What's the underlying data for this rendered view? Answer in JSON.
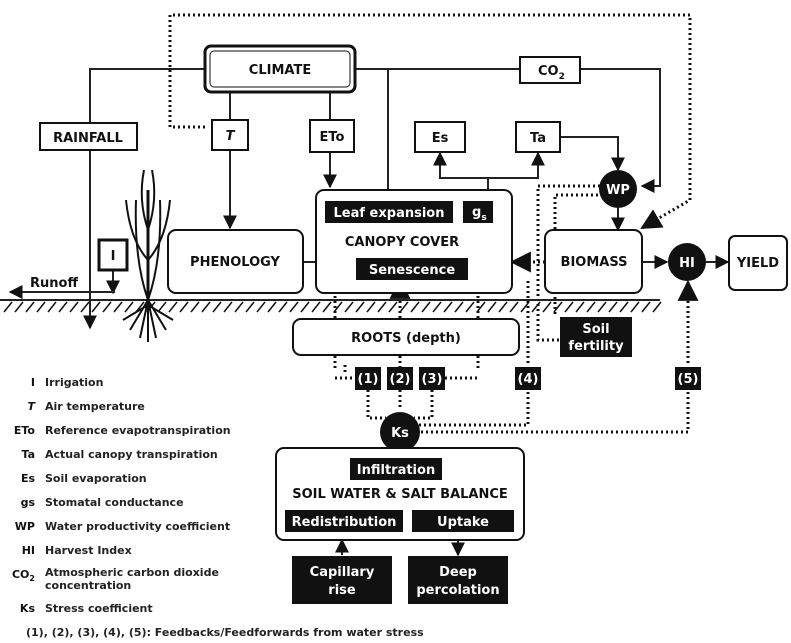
{
  "nodes": {
    "climate": "CLIMATE",
    "rainfall": "RAINFALL",
    "t": "T",
    "eto": "ETo",
    "co2_main": "CO",
    "co2_sub": "2",
    "es": "Es",
    "ta": "Ta",
    "wp": "WP",
    "irrigation": "I",
    "phenology": "PHENOLOGY",
    "leaf_expansion": "Leaf expansion",
    "gs_main": "g",
    "gs_sub": "s",
    "canopy_cover": "CANOPY COVER",
    "senescence": "Senescence",
    "biomass": "BIOMASS",
    "hi": "HI",
    "yield": "YIELD",
    "runoff": "Runoff",
    "roots": "ROOTS (depth)",
    "soil_fertility_1": "Soil",
    "soil_fertility_2": "fertility",
    "fb1": "(1)",
    "fb2": "(2)",
    "fb3": "(3)",
    "fb4": "(4)",
    "fb5": "(5)",
    "ks": "Ks",
    "infiltration": "Infiltration",
    "soil_water": "SOIL WATER & SALT BALANCE",
    "redistribution": "Redistribution",
    "uptake": "Uptake",
    "capillary_1": "Capillary",
    "capillary_2": "rise",
    "deep_1": "Deep",
    "deep_2": "percolation"
  },
  "legend": [
    {
      "key": "I",
      "text": "Irrigation"
    },
    {
      "key": "T",
      "text": "Air temperature"
    },
    {
      "key": "ETo",
      "text": "Reference evapotranspiration"
    },
    {
      "key": "Ta",
      "text": "Actual canopy transpiration"
    },
    {
      "key": "Es",
      "text": "Soil evaporation"
    },
    {
      "key": "gs",
      "text": "Stomatal conductance"
    },
    {
      "key": "WP",
      "text": "Water productivity coefficient"
    },
    {
      "key": "HI",
      "text": "Harvest Index"
    },
    {
      "key": "CO",
      "key_sub": "2",
      "text": "Atmospheric carbon dioxide",
      "text2": "concentration"
    },
    {
      "key": "Ks",
      "text": "Stress coefficient"
    }
  ],
  "footnote": "(1), (2), (3), (4), (5): Feedbacks/Feedforwards from water stress"
}
